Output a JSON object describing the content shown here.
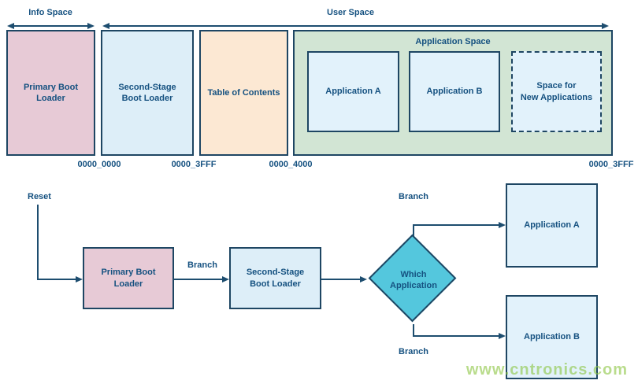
{
  "colors": {
    "border": "#1e4663",
    "arrow_line": "#1d4d6f",
    "text": "#155180",
    "pink_block": "#e7cad6",
    "light_blue_block": "#ddeef8",
    "lighter_blue_block": "#e2f2fb",
    "peach_block": "#fce8d3",
    "green_container": "#d2e5d4",
    "teal_diamond": "#54c7dd",
    "watermark_green": "#8bc53f"
  },
  "memory_map": {
    "info_space_label": "Info Space",
    "user_space_label": "User Space",
    "application_space_label": "Application Space",
    "primary_boot_loader": "Primary Boot\nLoader",
    "second_stage_boot_loader": "Second-Stage\nBoot Loader",
    "table_of_contents": "Table of Contents",
    "application_a": "Application A",
    "application_b": "Application B",
    "space_for_new_applications": "Space for\nNew Applications",
    "addresses": [
      "0000_0000",
      "0000_3FFF",
      "0000_4000",
      "0000_3FFF"
    ]
  },
  "flowchart": {
    "reset_label": "Reset",
    "primary_boot_loader": "Primary Boot\nLoader",
    "branch_label_1": "Branch",
    "second_stage_boot_loader": "Second-Stage\nBoot Loader",
    "which_application": "Which\nApplication",
    "branch_label_top": "Branch",
    "branch_label_bottom": "Branch",
    "application_a": "Application A",
    "application_b": "Application B"
  },
  "watermark": "www.cntronics.com"
}
